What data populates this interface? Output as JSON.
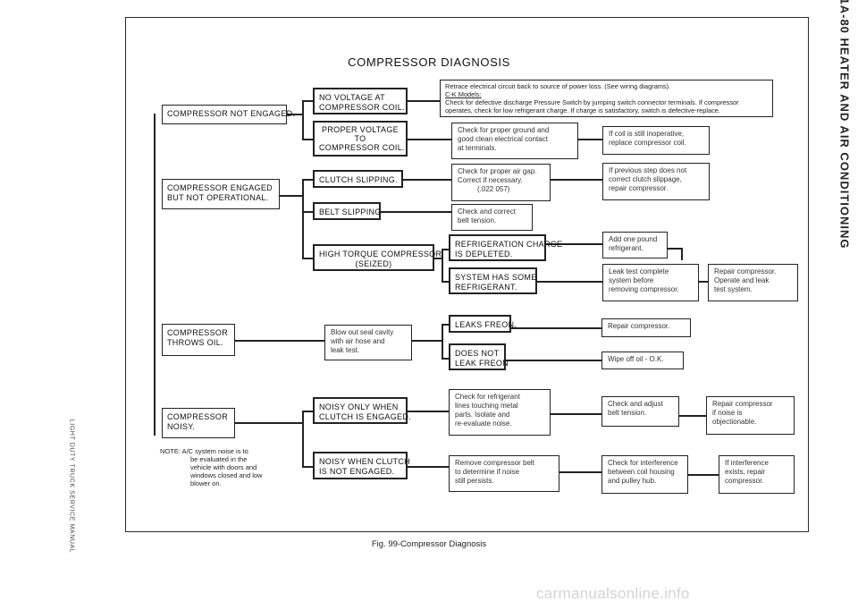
{
  "page_header": "1A-80 HEATER AND AIR CONDITIONING",
  "side_text": "LIGHT DUTY TRUCK SERVICE MANUAL",
  "title": "COMPRESSOR DIAGNOSIS",
  "caption": "Fig. 99-Compressor Diagnosis",
  "watermark": "carmanualsonline.info",
  "note": [
    "NOTE:  A/C system noise is to",
    "be evaluated in the",
    "vehicle with doors and",
    "windows closed and low",
    "blower on."
  ],
  "symptoms": {
    "not_engaged": [
      "COMPRESSOR NOT ENGAGED."
    ],
    "engaged_belt": [
      "COMPRESSOR ENGAGED",
      "BUT NOT OPERATIONAL."
    ],
    "throws_oil": [
      "COMPRESSOR",
      "THROWS OIL."
    ],
    "noisy": [
      "COMPRESSOR",
      "NOISY."
    ]
  },
  "conditions": {
    "no_voltage": [
      "NO VOLTAGE AT",
      "COMPRESSOR COIL."
    ],
    "proper_voltage": [
      "PROPER VOLTAGE",
      "TO",
      "COMPRESSOR COIL."
    ],
    "clutch_slipping": [
      "CLUTCH SLIPPING."
    ],
    "belt_slipping": [
      "BELT SLIPPING"
    ],
    "high_torque": [
      "HIGH TORQUE COMPRESSOR",
      "(SEIZED)"
    ],
    "refrig_depleted": [
      "REFRIGERATION CHARGE",
      "IS DEPLETED."
    ],
    "has_some": [
      "SYSTEM HAS SOME",
      "REFRIGERANT."
    ],
    "leaks_freon": [
      "LEAKS FREON."
    ],
    "no_leak": [
      "DOES NOT",
      "LEAK FREON"
    ],
    "noisy_engaged": [
      "NOISY ONLY WHEN",
      "CLUTCH IS ENGAGED."
    ],
    "noisy_not_engaged": [
      "NOISY WHEN CLUTCH",
      "IS NOT ENGAGED."
    ]
  },
  "actions": {
    "retrace": {
      "line1": "Retrace electrical circuit back to source of power loss.  (See wiring diagrams).",
      "ck_label": "C-K Models:",
      "line2": "Check for defective discharge Pressure Switch by jumping switch connector terminals.  If compressor",
      "line3": "operates, check for low refrigerant charge.  If charge is satisfactory, switch is defective-replace."
    },
    "check_ground": [
      "Check for proper ground and",
      "good clean electrical contact",
      "at terminals."
    ],
    "coil_inoperative": [
      "If coil is still inoperative,",
      "replace compressor coil."
    ],
    "air_gap": [
      "Check for proper air gap.",
      "Correct if necessary.",
      "(.022 057)"
    ],
    "prev_step": [
      "If previous step does not",
      "correct clutch slippage,",
      "repair compressor."
    ],
    "belt_tension": [
      "Check and correct",
      "belt tension."
    ],
    "add_pound": [
      "Add one pound",
      "refrigerant."
    ],
    "leak_test": [
      "Leak test complete",
      "system before",
      "removing compressor."
    ],
    "repair_operate": [
      "Repair compressor.",
      "Operate and leak",
      "test system."
    ],
    "blow_out": [
      "Blow out seal cavity",
      "with air hose and",
      "leak test."
    ],
    "repair_compressor": [
      "Repair compressor."
    ],
    "wipe_oil": [
      "Wipe off oil - O.K."
    ],
    "refrig_lines": [
      "Check for refrigerant",
      "lines touching metal",
      "parts. Isolate and",
      "re-evaluate noise."
    ],
    "adjust_belt": [
      "Check and adjust",
      "belt tension."
    ],
    "repair_noise": [
      "Repair compressor",
      "if noise is",
      "objectionable."
    ],
    "remove_belt": [
      "Remove compressor belt",
      "to determine if noise",
      "still persists."
    ],
    "interference": [
      "Check for interference",
      "between coil housing",
      "and pulley hub."
    ],
    "if_interference": [
      "If interference",
      "exists, repair",
      "compressor."
    ]
  }
}
